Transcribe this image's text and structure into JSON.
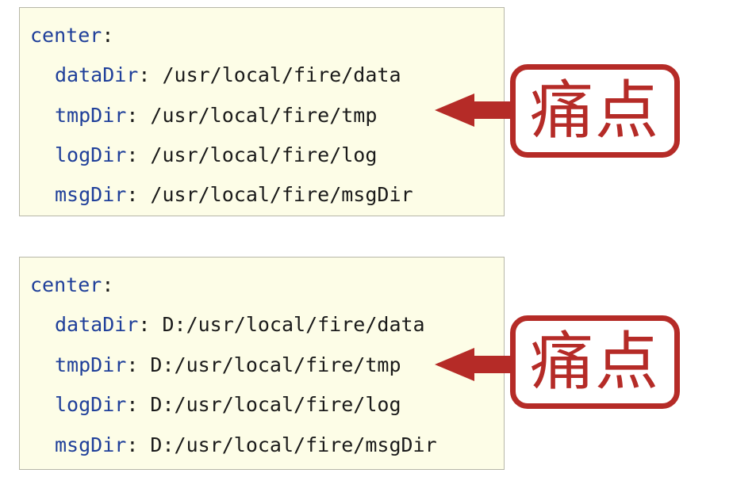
{
  "blocks": [
    {
      "root_key": "center",
      "entries": [
        {
          "key": "dataDir",
          "value": "/usr/local/fire/data"
        },
        {
          "key": "tmpDir",
          "value": "/usr/local/fire/tmp"
        },
        {
          "key": "logDir",
          "value": "/usr/local/fire/log"
        },
        {
          "key": "msgDir",
          "value": "/usr/local/fire/msgDir"
        }
      ],
      "callout": "痛点"
    },
    {
      "root_key": "center",
      "entries": [
        {
          "key": "dataDir",
          "value": "D:/usr/local/fire/data"
        },
        {
          "key": "tmpDir",
          "value": "D:/usr/local/fire/tmp"
        },
        {
          "key": "logDir",
          "value": "D:/usr/local/fire/log"
        },
        {
          "key": "msgDir",
          "value": "D:/usr/local/fire/msgDir"
        }
      ],
      "callout": "痛点"
    }
  ],
  "colors": {
    "key_blue": "#1f3f9a",
    "callout_red": "#b52b27",
    "box_background": "#fdfde7"
  }
}
